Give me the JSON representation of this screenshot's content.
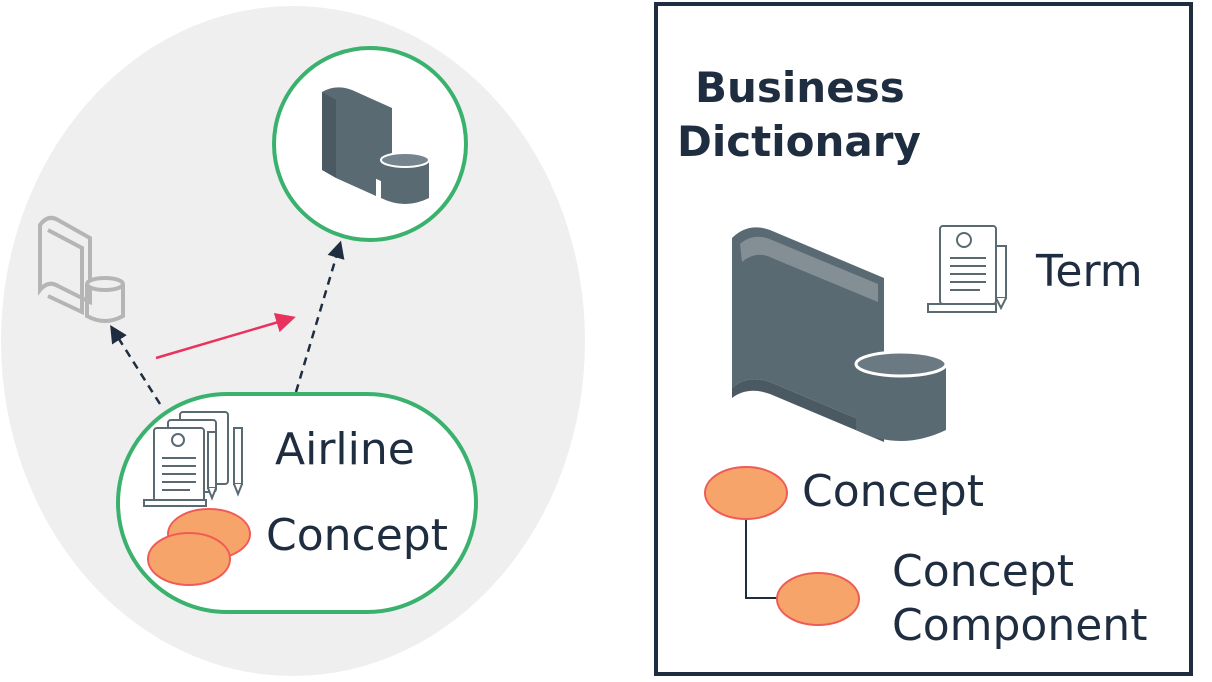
{
  "left_group": {
    "airline_label": "Airline",
    "concept_label": "Concept"
  },
  "right_panel": {
    "title_line1": "Business",
    "title_line2": "Dictionary",
    "term_label": "Term",
    "concept_label": "Concept",
    "component_line1": "Concept",
    "component_line2": "Component"
  },
  "colors": {
    "ellipse_bg": "#efefef",
    "green": "#3ab26e",
    "dark": "#1f2d40",
    "slate": "#5a6a72",
    "orange": "#f7a46a",
    "orange_stroke": "#ef5c57",
    "pink_arrow": "#e8335e",
    "faded_icon": "#b5b5b5"
  }
}
